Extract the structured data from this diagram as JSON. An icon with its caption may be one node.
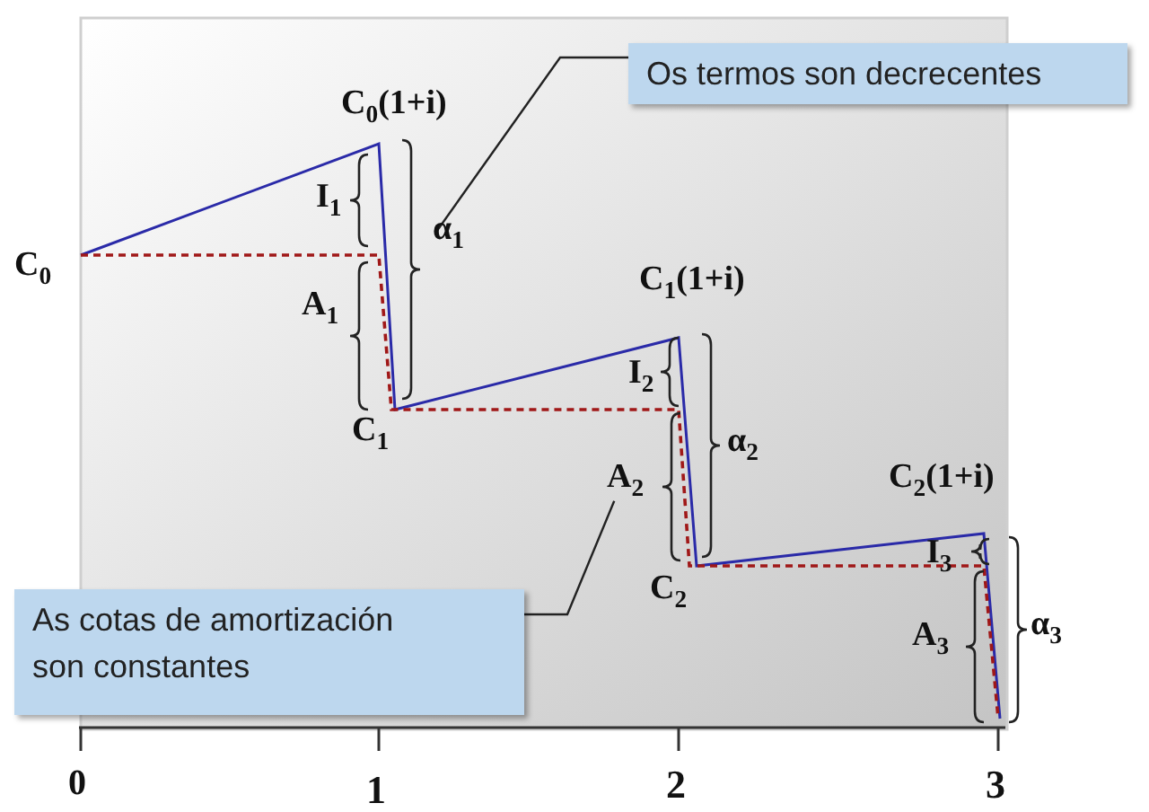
{
  "diagram": {
    "nodes": [
      {
        "text": [
          "Os termos son decrecentes"
        ]
      },
      {
        "text": [
          "α$_{1}$"
        ]
      },
      {
        "text": [
          "As cotas de amortización son constantes"
        ]
      },
      {
        "text": [
          "A$_{2}$"
        ]
      }
    ],
    "edges": [
      {
        "from": 0,
        "to": 1,
        "arrow": "none"
      },
      {
        "from": 2,
        "to": 3,
        "arrow": "none"
      }
    ],
    "labels": [
      "C$_{0}$(1+i)",
      "I$_{1}$",
      "C$_{0}$",
      "A$_{1}$",
      "C$_{1}$",
      "C$_{1}$(1+i)",
      "I$_{2}$",
      "α$_{2}$",
      "C$_{2}$",
      "C$_{2}$(1+i)",
      "I$_{3}$",
      "A$_{3}$",
      "α$_{3}$",
      "0",
      "1",
      "2",
      "3"
    ]
  }
}
